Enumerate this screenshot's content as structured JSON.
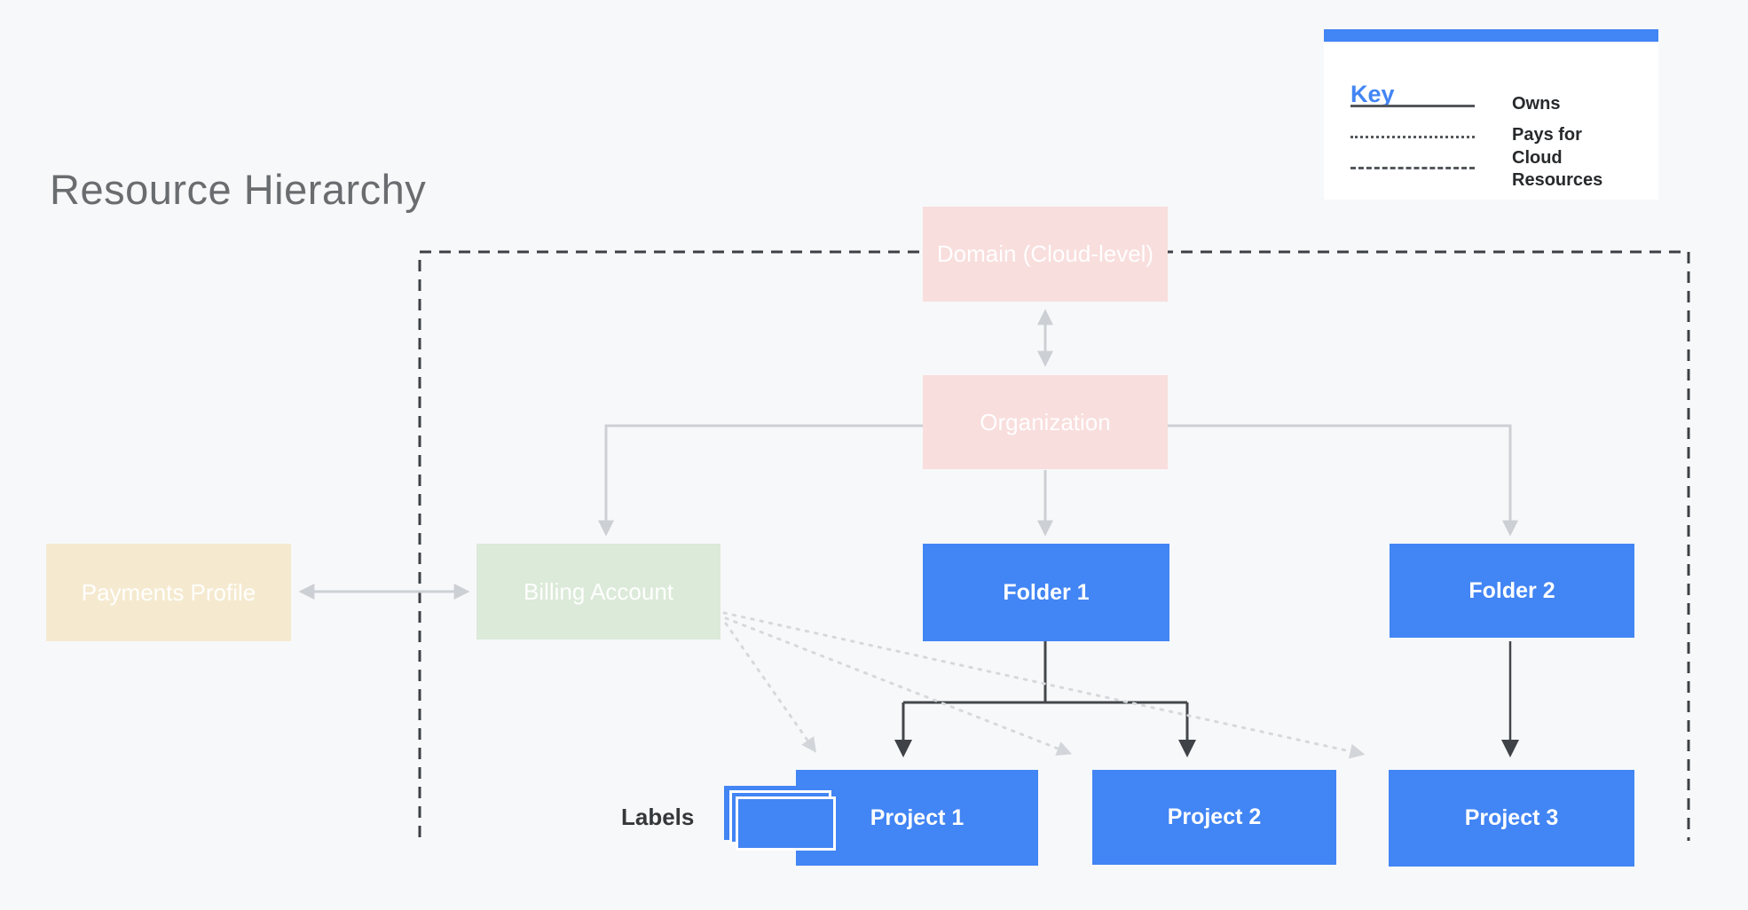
{
  "title": "Resource Hierarchy",
  "legend": {
    "title": "Key",
    "items": [
      {
        "line_style": "solid",
        "label": "Owns"
      },
      {
        "line_style": "dotted",
        "label": "Pays for"
      },
      {
        "line_style": "dashed",
        "label": "Cloud Resources"
      }
    ]
  },
  "nodes": {
    "domain": {
      "label": "Domain (Cloud-level)",
      "color": "#f8dedd"
    },
    "organization": {
      "label": "Organization",
      "color": "#f8dedd"
    },
    "payments_profile": {
      "label": "Payments Profile",
      "color": "#f5ead0"
    },
    "billing_account": {
      "label": "Billing Account",
      "color": "#dcead9"
    },
    "folder1": {
      "label": "Folder 1",
      "color": "#4285f4"
    },
    "folder2": {
      "label": "Folder 2",
      "color": "#4285f4"
    },
    "project1": {
      "label": "Project 1",
      "color": "#4285f4"
    },
    "project2": {
      "label": "Project 2",
      "color": "#4285f4"
    },
    "project3": {
      "label": "Project 3",
      "color": "#4285f4"
    }
  },
  "annotations": {
    "labels_caption": "Labels"
  },
  "colors": {
    "background": "#f7f8fa",
    "accent_blue": "#4285f4",
    "owns_line": "#ccd0d4",
    "hierarchy_line_dark": "#3f4347",
    "pays_for_dotted": "#d6d9dc",
    "cloud_resources_dashed": "#3c4145",
    "title_text": "#6a6d70"
  }
}
